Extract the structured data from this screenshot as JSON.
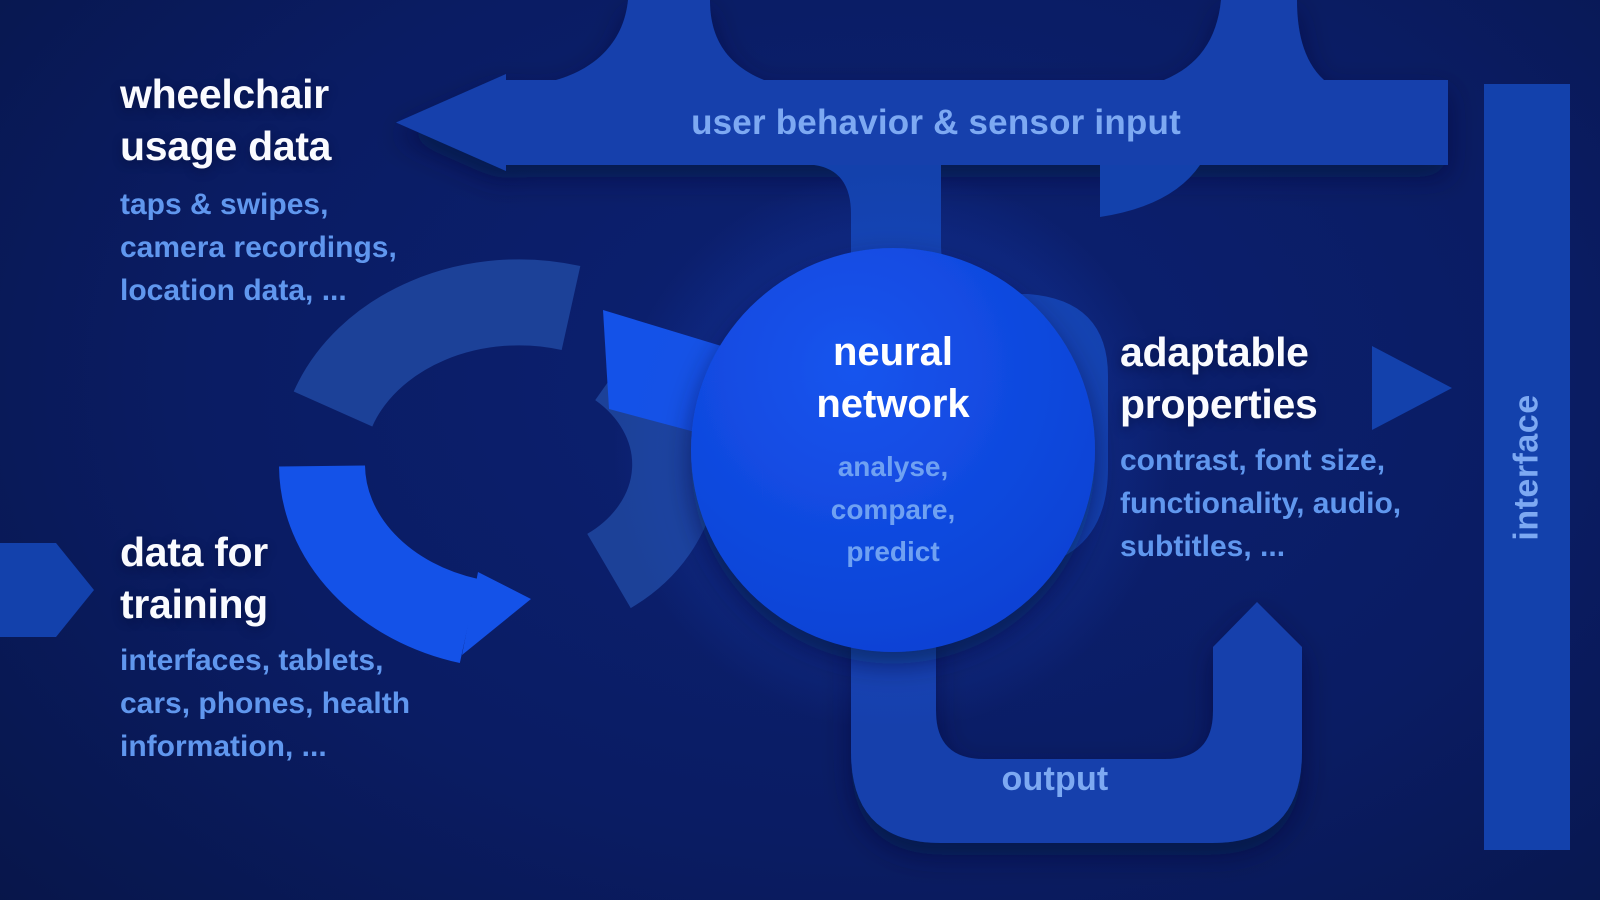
{
  "palette": {
    "background": "#0A1C63",
    "background_glow": "#0C2173",
    "pipe": "#1341AC",
    "pipe_dark": "#1C4198",
    "cycle_bright": "#1452E8",
    "circle_fill": "#0E48DE",
    "heading_text": "#FAFBFF",
    "detail_text": "#6097EE",
    "flow_label_text": "#7DA9F2",
    "circle_detail_text": "#6FA1F2"
  },
  "sections": {
    "wheelchair": {
      "title": "wheelchair\nusage data",
      "details": "taps & swipes,\ncamera recordings,\nlocation data, ..."
    },
    "training": {
      "title": "data for\ntraining",
      "details": "interfaces, tablets,\ncars, phones, health\ninformation, ..."
    },
    "neural": {
      "title": "neural\nnetwork",
      "details": "analyse,\ncompare,\npredict"
    },
    "adaptable": {
      "title": "adaptable\nproperties",
      "details": "contrast, font size,\nfunctionality, audio,\nsubtitles, ..."
    }
  },
  "flows": {
    "top_band_label": "user behavior & sensor input",
    "output_label": "output",
    "interface_label": "interface"
  }
}
